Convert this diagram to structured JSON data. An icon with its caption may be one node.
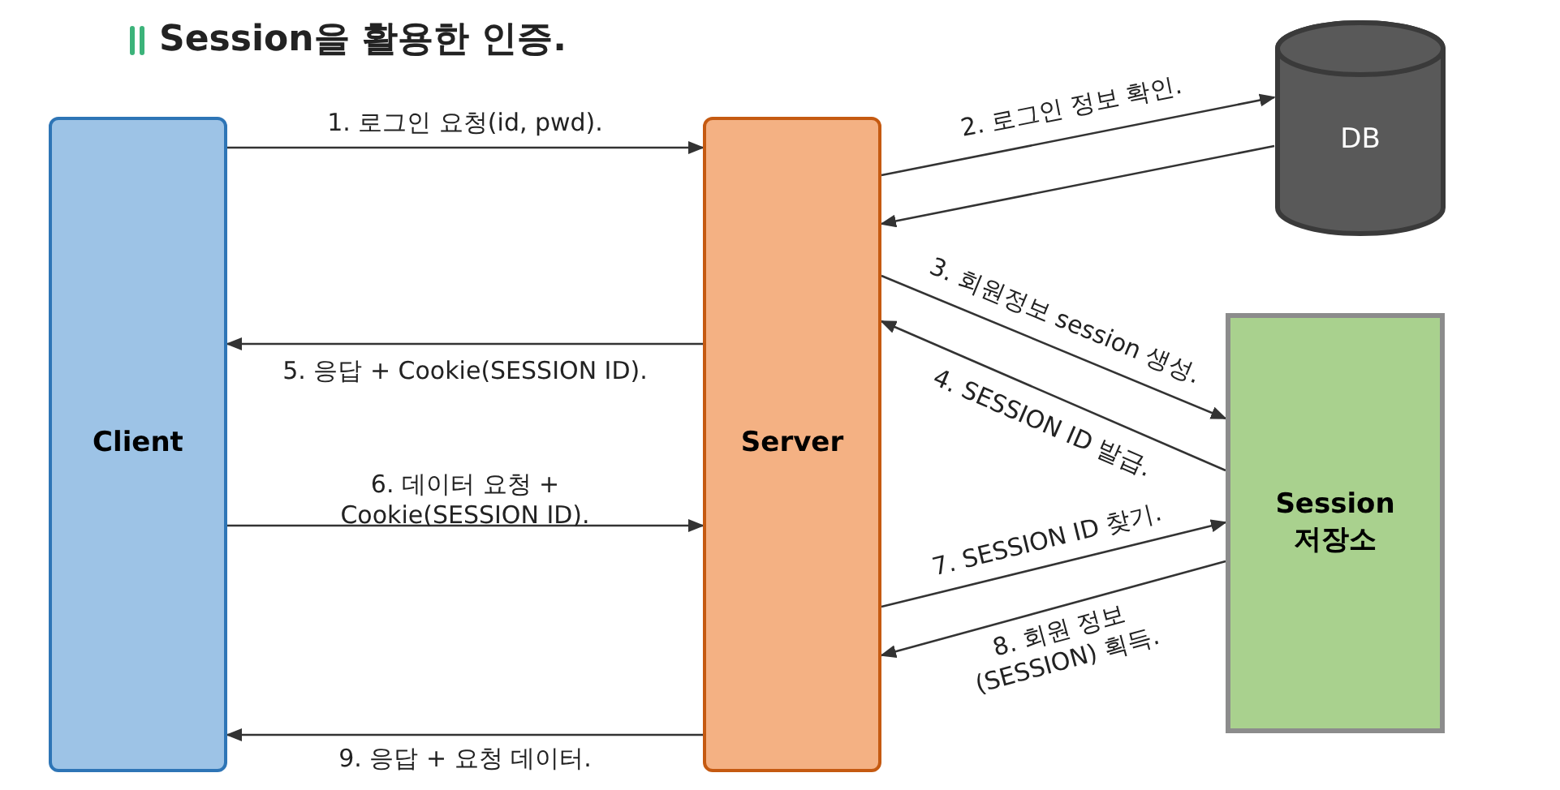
{
  "diagram": {
    "title": "Session을 활용한 인증.",
    "nodes": [
      {
        "text": [
          "Client"
        ]
      },
      {
        "text": [
          "Server"
        ]
      },
      {
        "text": [
          "DB"
        ]
      },
      {
        "text": [
          "Session 저장소"
        ]
      }
    ],
    "edges": [
      {
        "from": 0,
        "to": 1,
        "arrow": "to",
        "label": "1. 로그인 요청(id, pwd)."
      },
      {
        "from": 1,
        "to": 2,
        "arrow": "to",
        "label": "2. 로그인 정보 확인."
      },
      {
        "from": 2,
        "to": 1,
        "arrow": "to"
      },
      {
        "from": 1,
        "to": 3,
        "arrow": "to",
        "label": "3. 회원정보 session 생성."
      },
      {
        "from": 3,
        "to": 1,
        "arrow": "to",
        "label": "4. SESSION ID 발급."
      },
      {
        "from": 1,
        "to": 0,
        "arrow": "to",
        "label": "5. 응답 + Cookie(SESSION ID)."
      },
      {
        "from": 0,
        "to": 1,
        "arrow": "to",
        "label": "6. 데이터 요청 + Cookie(SESSION ID)."
      },
      {
        "from": 1,
        "to": 3,
        "arrow": "to",
        "label": "7. SESSION ID 찾기."
      },
      {
        "from": 3,
        "to": 1,
        "arrow": "to",
        "label": "8. 회원 정보 (SESSION) 획득."
      },
      {
        "from": 1,
        "to": 0,
        "arrow": "to",
        "label": "9. 응답 + 요청 데이터."
      }
    ]
  }
}
